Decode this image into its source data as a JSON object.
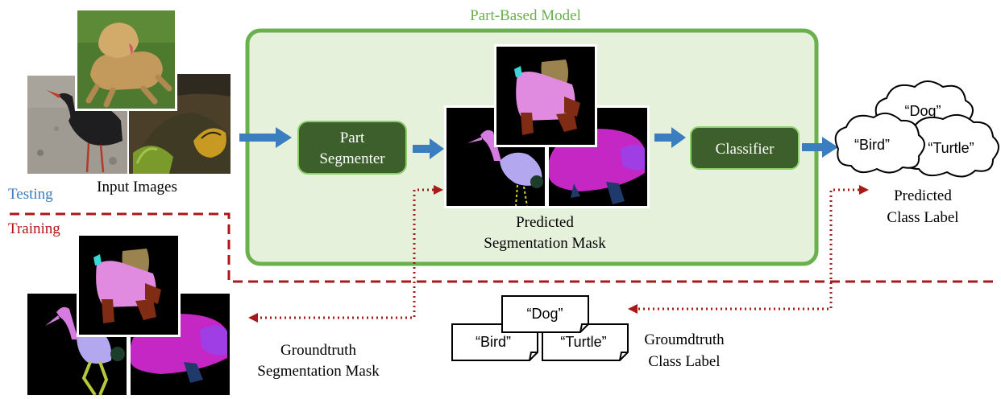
{
  "model_title": "Part-Based Model",
  "part_segmenter": [
    "Part",
    "Segmenter"
  ],
  "classifier": "Classifier",
  "input_images_label": "Input Images",
  "testing_label": "Testing",
  "training_label": "Training",
  "predicted_mask_label": [
    "Predicted",
    "Segmentation Mask"
  ],
  "predicted_label": [
    "Predicted",
    "Class Label"
  ],
  "groundtruth_mask_label": [
    "Groundtruth",
    "Segmentation Mask"
  ],
  "groundtruth_label": [
    "Groumdtruth",
    "Class Label"
  ],
  "cloud_labels": {
    "dog": "“Dog”",
    "bird": "“Bird”",
    "turtle": "“Turtle”"
  },
  "card_labels": {
    "dog": "“Dog”",
    "bird": "“Bird”",
    "turtle": "“Turtle”"
  },
  "colors": {
    "model_border": "#6ab04c",
    "model_fill": "#e6f1dc",
    "module_fill": "#3d5f2b",
    "arrow_blue": "#3a7ebf",
    "testing": "#3a7ebf",
    "training": "#b01818",
    "dashed_red": "#a81a1a"
  }
}
